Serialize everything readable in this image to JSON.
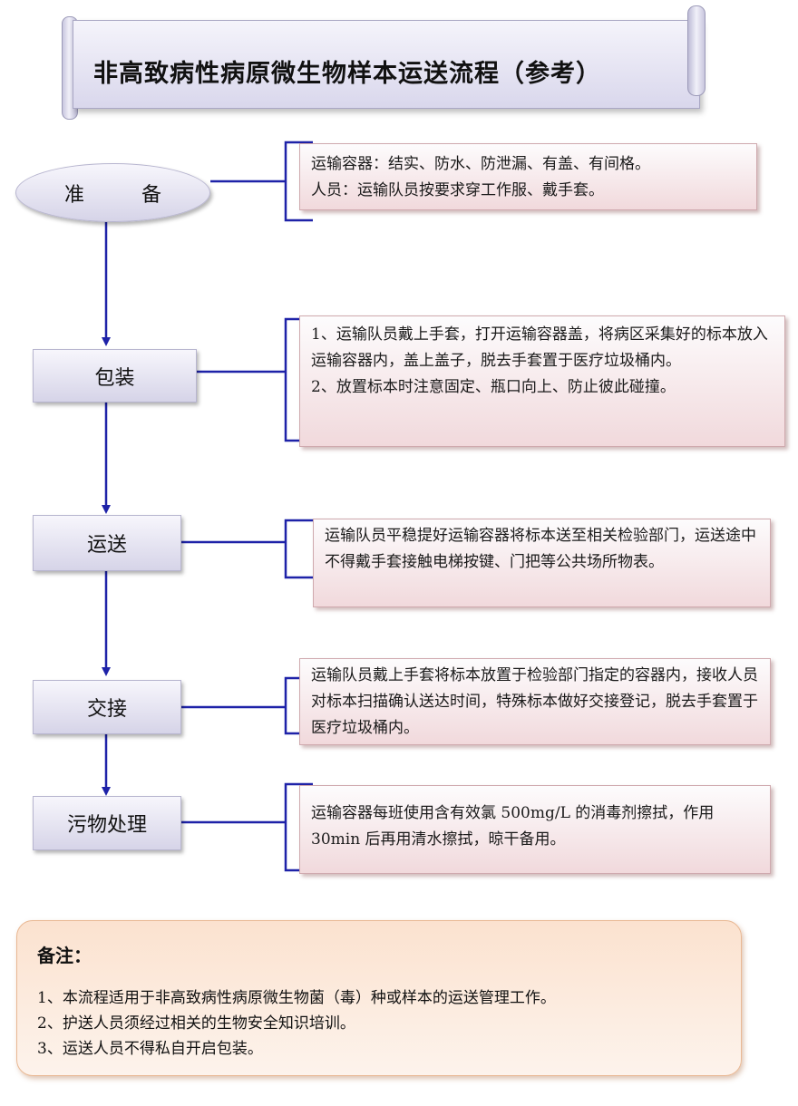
{
  "title": "非高致病性病原微生物样本运送流程（参考）",
  "steps": [
    {
      "label": "准  备"
    },
    {
      "label": "包装"
    },
    {
      "label": "运送"
    },
    {
      "label": "交接"
    },
    {
      "label": "污物处理"
    }
  ],
  "descriptions": [
    {
      "lines": [
        "运输容器：结实、防水、防泄漏、有盖、有间格。",
        "人员：运输队员按要求穿工作服、戴手套。"
      ]
    },
    {
      "lines": [
        "1、运输队员戴上手套，打开运输容器盖，将病区采集好的标本放入运输容器内，盖上盖子，脱去手套置于医疗垃圾桶内。",
        "2、放置标本时注意固定、瓶口向上、防止彼此碰撞。"
      ]
    },
    {
      "lines": [
        "运输队员平稳提好运输容器将标本送至相关检验部门，运送途中不得戴手套接触电梯按键、门把等公共场所物表。"
      ]
    },
    {
      "lines": [
        "运输队员戴上手套将标本放置于检验部门指定的容器内，接收人员对标本扫描确认送达时间，特殊标本做好交接登记，脱去手套置于医疗垃圾桶内。"
      ]
    },
    {
      "lines": [
        "运输容器每班使用含有效氯 500mg/L 的消毒剂擦拭，作用 30min 后再用清水擦拭，晾干备用。"
      ]
    }
  ],
  "notes": {
    "title": "备注：",
    "items": [
      "1、本流程适用于非高致病性病原微生物菌（毒）种或样本的运送管理工作。",
      "2、护送人员须经过相关的生物安全知识培训。",
      "3、运送人员不得私自开启包装。"
    ]
  },
  "colors": {
    "connector": "#1e22a8",
    "step_fill": "#e4e2f1",
    "desc_fill": "#f6e6e8",
    "note_fill": "#fbe7d8"
  }
}
